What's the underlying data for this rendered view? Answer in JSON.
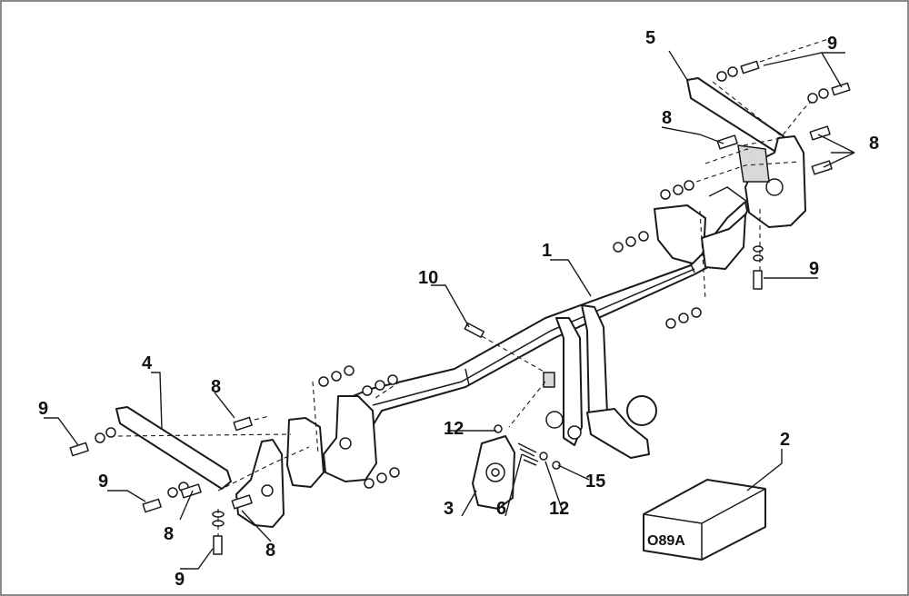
{
  "callouts": {
    "c1": "1",
    "c2": "2",
    "c3": "3",
    "c4": "4",
    "c5": "5",
    "c6": "6",
    "c8a": "8",
    "c8b": "8",
    "c8c": "8",
    "c8d": "8",
    "c8e": "8",
    "c9a": "9",
    "c9b": "9",
    "c9c": "9",
    "c9d": "9",
    "c9e": "9",
    "c10": "10",
    "c12a": "12",
    "c12b": "12",
    "c15": "15"
  },
  "box_label": "O89A",
  "colors": {
    "line": "#1a1a1a",
    "frame": "#8a8a8a",
    "shade": "#d9d9d9"
  }
}
